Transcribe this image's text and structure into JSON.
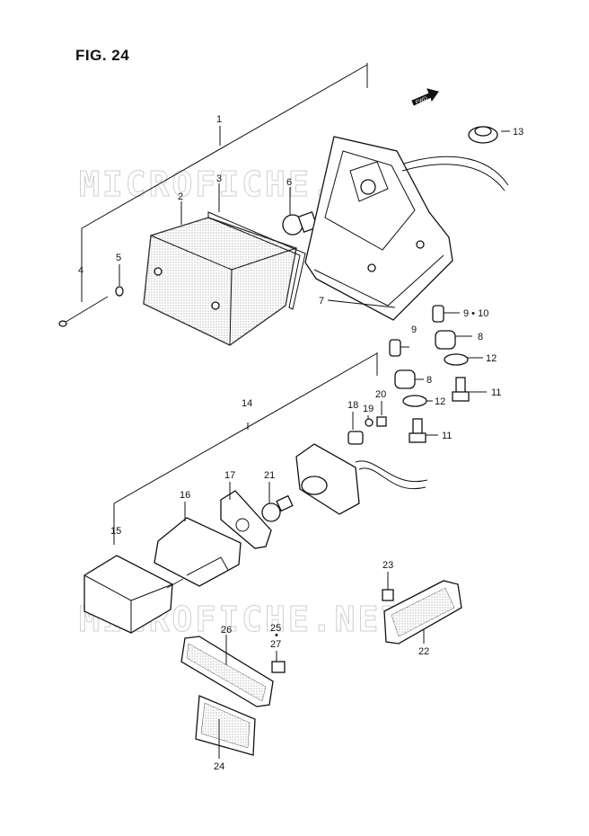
{
  "title": "FIG. 24",
  "fwd_label": "FWD",
  "watermark": "MICROFICHE.NET",
  "callouts": {
    "c1": "1",
    "c2": "2",
    "c3": "3",
    "c4": "4",
    "c5": "5",
    "c6": "6",
    "c7": "7",
    "c8a": "8",
    "c8b": "8",
    "c9a": "9 • 10",
    "c9b": "9",
    "c11a": "11",
    "c11b": "11",
    "c12a": "12",
    "c12b": "12",
    "c13": "13",
    "c14": "14",
    "c15": "15",
    "c16": "16",
    "c17": "17",
    "c18": "18",
    "c19": "19",
    "c20": "20",
    "c21": "21",
    "c22": "22",
    "c23": "23",
    "c24": "24",
    "c25": "25",
    "c27": "27",
    "c26": "26"
  }
}
